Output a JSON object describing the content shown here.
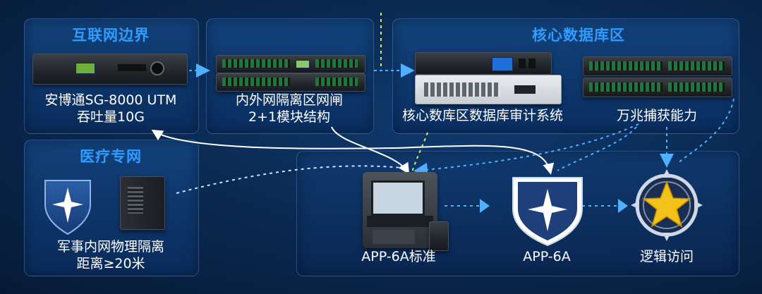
{
  "sections": {
    "internet_boundary": "互联网边界",
    "core_database": "核心数据库区",
    "medical_network": "医疗专网"
  },
  "devices": {
    "utm": {
      "line1": "安博通SG-8000 UTM",
      "line2": "吞吐量10G"
    },
    "gatekeeper": {
      "line1": "内外网隔离区网闸",
      "line2": "2+1模块结构"
    },
    "audit": {
      "line1": "核心数库区数据库审计系统"
    },
    "capture": {
      "line1": "万兆捕获能力"
    },
    "physical_isolation": {
      "line1": "军事内网物理隔离",
      "line2": "距离≥20米"
    },
    "app_standard": {
      "line1": "APP-6A标准"
    },
    "app6a": {
      "line1": "APP-6A"
    },
    "logical_access": {
      "line1": "逻辑访问"
    }
  },
  "colors": {
    "accent": "#2f9cff",
    "panel": "#144682",
    "background": "#0a2a52",
    "arrow": "#4fb0ff",
    "star": "#f2c21b"
  }
}
